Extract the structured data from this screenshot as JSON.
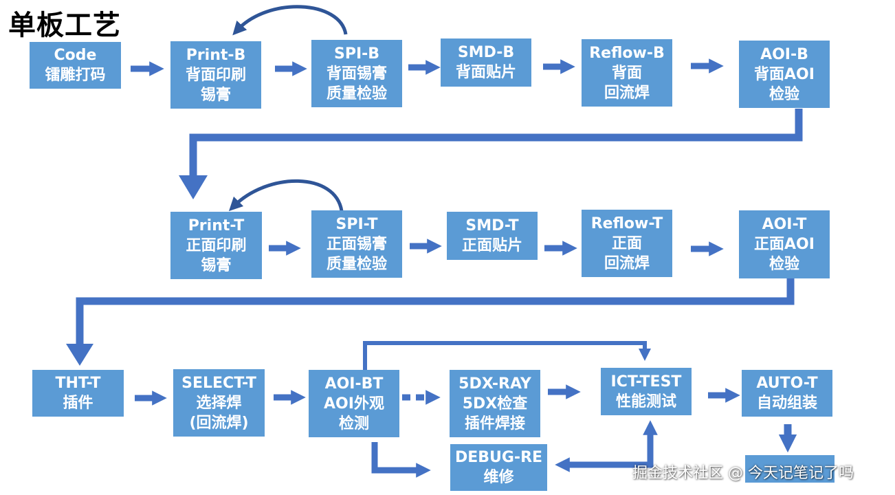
{
  "title": "单板工艺",
  "nodes": {
    "code": [
      "Code",
      "镭雕打码"
    ],
    "print_b": [
      "Print-B",
      "背面印刷",
      "锡膏"
    ],
    "spi_b": [
      "SPI-B",
      "背面锡膏",
      "质量检验"
    ],
    "smd_b": [
      "SMD-B",
      "背面贴片"
    ],
    "reflow_b": [
      "Reflow-B",
      "背面",
      "回流焊"
    ],
    "aoi_b": [
      "AOI-B",
      "背面AOI",
      "检验"
    ],
    "print_t": [
      "Print-T",
      "正面印刷",
      "锡膏"
    ],
    "spi_t": [
      "SPI-T",
      "正面锡膏",
      "质量检验"
    ],
    "smd_t": [
      "SMD-T",
      "正面贴片"
    ],
    "reflow_t": [
      "Reflow-T",
      "正面",
      "回流焊"
    ],
    "aoi_t": [
      "AOI-T",
      "正面AOI",
      "检验"
    ],
    "tht_t": [
      "THT-T",
      "插件"
    ],
    "select_t": [
      "SELECT-T",
      "选择焊",
      "(回流焊)"
    ],
    "aoi_bt": [
      "AOI-BT",
      "AOI外观",
      "检测"
    ],
    "xray": [
      "5DX-RAY",
      "5DX检查",
      "插件焊接"
    ],
    "ict": [
      "ICT-TEST",
      "性能测试"
    ],
    "auto_t": [
      "AUTO-T",
      "自动组装"
    ],
    "debug": [
      "DEBUG-RE",
      "维修"
    ],
    "final": []
  },
  "watermark": "掘金技术社区 @ 今天记笔记了吗",
  "colors": {
    "node": "#5b9bd5",
    "arrow": "#4472c4",
    "loop": "#2f5597"
  }
}
